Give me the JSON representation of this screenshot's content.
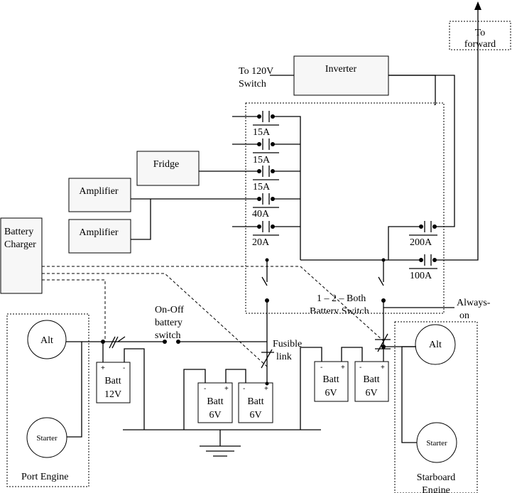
{
  "labels": {
    "to_forward_line1": "To",
    "to_forward_line2": "forward",
    "to_120v_line1": "To 120V",
    "to_120v_line2": "Switch",
    "inverter": "Inverter",
    "fridge": "Fridge",
    "amplifier_1": "Amplifier",
    "amplifier_2": "Amplifier",
    "battery_charger_line1": "Battery",
    "battery_charger_line2": "Charger",
    "fuse_1": "15A",
    "fuse_2": "15A",
    "fuse_3": "15A",
    "fuse_4": "40A",
    "fuse_5": "20A",
    "fuse_200a": "200A",
    "fuse_100a": "100A",
    "battery_switch_line1": "1 – 2 – Both",
    "battery_switch_line2": "Battery Switch",
    "always_on_line1": "Always-",
    "always_on_line2": "on",
    "onoff_line1": "On-Off",
    "onoff_line2": "battery",
    "onoff_line3": "switch",
    "fusible_line1": "Fusible",
    "fusible_line2": "link",
    "port_alt": "Alt",
    "port_starter": "Starter",
    "port_engine": "Port Engine",
    "stbd_alt": "Alt",
    "stbd_starter": "Starter",
    "stbd_engine_line1": "Starboard",
    "stbd_engine_line2": "Engine",
    "batt_12v_line1": "Batt",
    "batt_12v_line2": "12V",
    "batt_a_line1": "Batt",
    "batt_a_line2": "6V",
    "batt_b_line1": "Batt",
    "batt_b_line2": "6V",
    "batt_c_line1": "Batt",
    "batt_c_line2": "6V",
    "batt_d_line1": "Batt",
    "batt_d_line2": "6V",
    "plus": "+",
    "minus": "-"
  }
}
